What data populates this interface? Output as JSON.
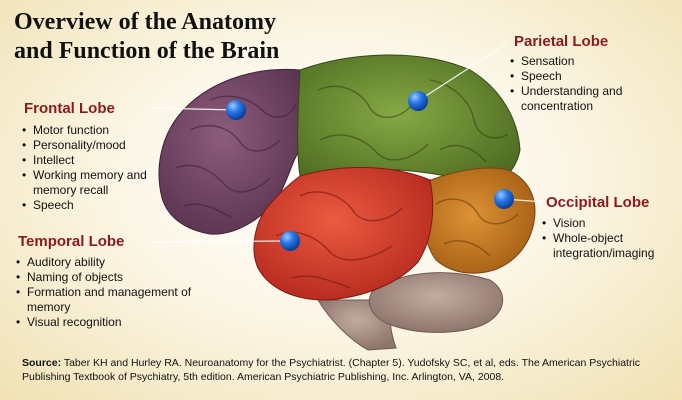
{
  "title_line1": "Overview of the Anatomy",
  "title_line2": "and Function of the Brain",
  "lobes": {
    "frontal": {
      "name": "Frontal Lobe",
      "color": "#7a4a68",
      "items": [
        "Motor function",
        "Personality/mood",
        "Intellect",
        "Working memory and memory recall",
        "Speech"
      ]
    },
    "parietal": {
      "name": "Parietal Lobe",
      "color": "#6a8c30",
      "items": [
        "Sensation",
        "Speech",
        "Understanding and concentration"
      ]
    },
    "occipital": {
      "name": "Occipital Lobe",
      "color": "#c8781c",
      "items": [
        "Vision",
        "Whole-object integration/imaging"
      ]
    },
    "temporal": {
      "name": "Temporal Lobe",
      "color": "#d8402e",
      "items": [
        "Auditory ability",
        "Naming of objects",
        "Formation and management of memory",
        "Visual recognition"
      ]
    }
  },
  "source": {
    "label": "Source:",
    "text": "Taber KH and Hurley RA. Neuroanatomy for the Psychiatrist. (Chapter 5). Yudofsky SC, et al, eds. The American Psychiatric Publishing Textbook of Psychiatry, 5th edition. American Psychiatric Publishing, Inc. Arlington, VA, 2008."
  },
  "colors": {
    "heading": "#8b1a1e",
    "marker": "#1f6fe0",
    "cerebellum": "#a88e84"
  }
}
